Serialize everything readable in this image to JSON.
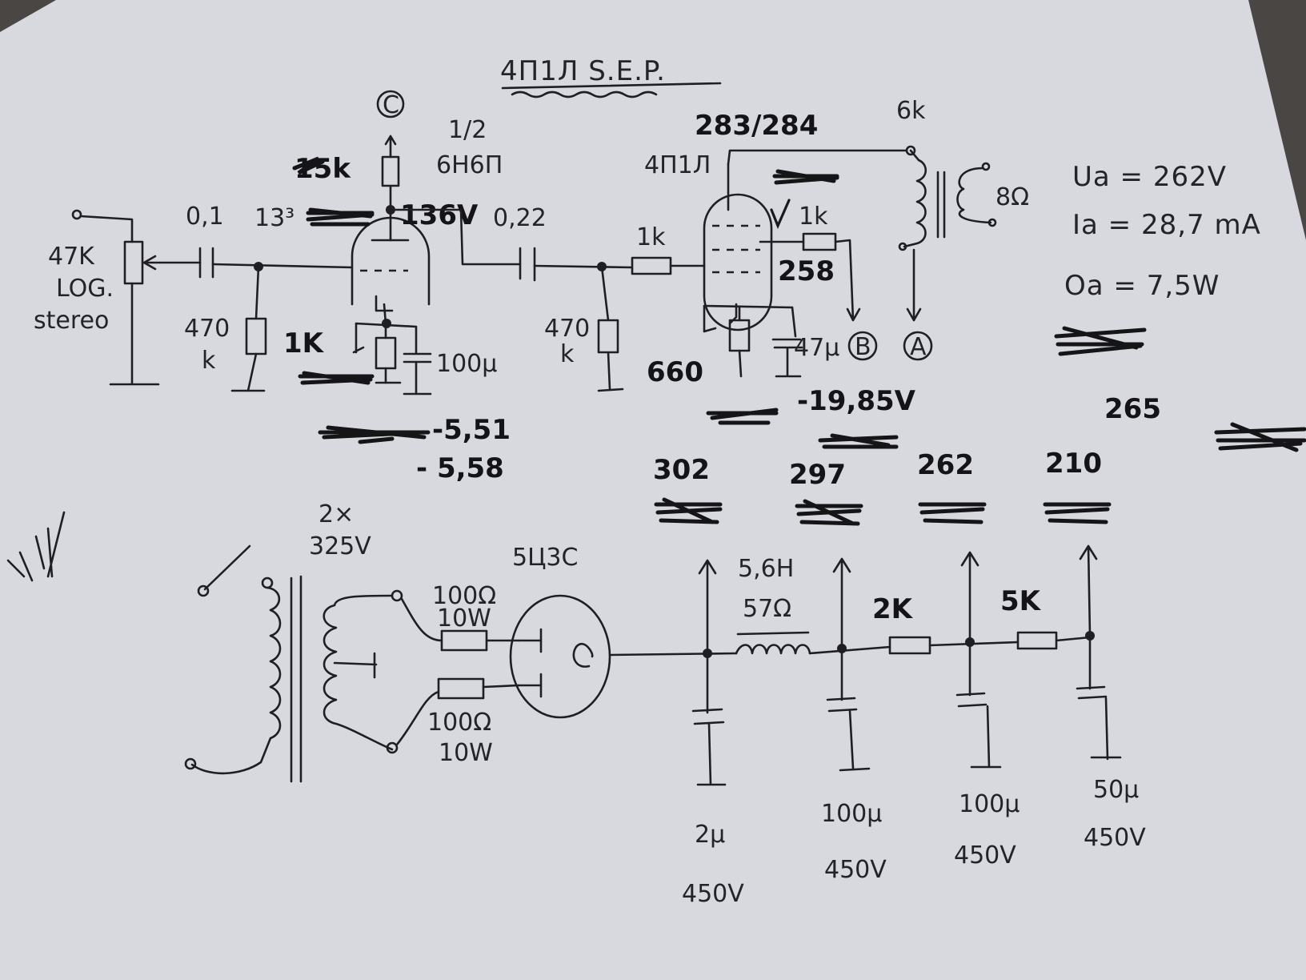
{
  "title": "4П1Л S.E.P.",
  "tubes": {
    "driver_fraction": "1/2",
    "driver": "6Н6П",
    "output": "4П1Л",
    "rectifier": "5Ц3С"
  },
  "input": {
    "pot_line1": "47K",
    "pot_line2": "LOG.",
    "pot_line3": "stereo",
    "cap": "0,1",
    "grid_resistor": "470",
    "grid_resistor_unit": "k"
  },
  "driver_stage": {
    "plate_resistor": "15k",
    "node_C": "C",
    "plate_voltage_note": "13³",
    "plate_voltage": "136V",
    "cathode_resistor": "1K",
    "cathode_cap": "100µ",
    "bias_1": "-5,51",
    "bias_2": "- 5,58"
  },
  "coupling": {
    "cap": "0,22",
    "grid_resistor": "470",
    "grid_resistor_unit": "k",
    "grid_stopper": "1k"
  },
  "output_stage": {
    "plate_voltage": "283/284",
    "screen_resistor": "1k",
    "screen_voltage": "258",
    "cathode_resistor": "660",
    "cathode_cap": "47µ",
    "bias": "-19,85V",
    "node_B": "B",
    "node_A": "A"
  },
  "transformer": {
    "primary": "6k",
    "secondary": "8Ω"
  },
  "specs": {
    "ua": "Ua = 262V",
    "ia": "Ia = 28,7 mA",
    "pout": "Oa = 7,5W",
    "extra": "265"
  },
  "power_supply": {
    "transformer_line1": "2×",
    "transformer_line2": "325V",
    "res_top_1": "100Ω",
    "res_top_2": "10W",
    "res_bot_1": "100Ω",
    "res_bot_2": "10W",
    "choke_1": "5,6H",
    "choke_2": "57Ω",
    "res_2": "2K",
    "res_3": "5K",
    "v1": "302",
    "v2": "297",
    "v3": "262",
    "v4": "210",
    "cap1_value": "2µ",
    "cap1_voltage": "450V",
    "cap2_value": "100µ",
    "cap2_voltage": "450V",
    "cap3_value": "100µ",
    "cap3_voltage": "450V",
    "cap4_value": "50µ",
    "cap4_voltage": "450V"
  }
}
